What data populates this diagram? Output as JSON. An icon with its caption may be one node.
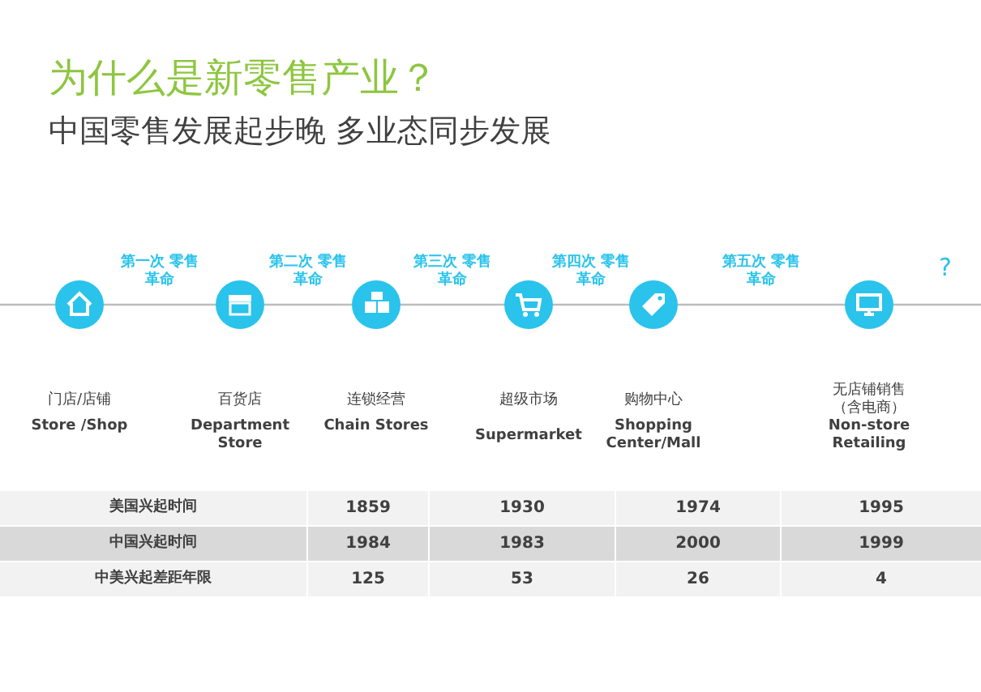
{
  "diagram": {
    "title": "为什么是新零售产业？",
    "nodes": [
      {
        "text": [],
        "shape": "circle",
        "beside": [
          "门店/店铺",
          "Store /Shop"
        ]
      },
      {
        "text": [],
        "shape": "circle",
        "beside": [
          "百货店",
          "Department Store"
        ]
      },
      {
        "text": [],
        "shape": "circle",
        "beside": [
          "连锁经营",
          "Chain Stores"
        ]
      },
      {
        "text": [],
        "shape": "circle",
        "beside": [
          "超级市场",
          "Supermarket"
        ]
      },
      {
        "text": [],
        "shape": "circle",
        "beside": [
          "购物中心",
          "Shopping Center/Mall"
        ]
      },
      {
        "text": [],
        "shape": "circle",
        "beside": [
          "无店铺销售（含电商）",
          "Non-store Retailing"
        ]
      }
    ],
    "edges": [
      {
        "from": null,
        "to": 0,
        "arrow": "none"
      },
      {
        "from": 0,
        "to": 1,
        "arrow": "none",
        "label": "第一次 零售革命"
      },
      {
        "from": 1,
        "to": 2,
        "arrow": "none",
        "label": "第二次 零售革命"
      },
      {
        "from": 2,
        "to": 3,
        "arrow": "none",
        "label": "第三次 零售革命"
      },
      {
        "from": 3,
        "to": 4,
        "arrow": "none",
        "label": "第四次 零售革命"
      },
      {
        "from": 4,
        "to": 5,
        "arrow": "none",
        "label": "第五次 零售革命"
      },
      {
        "from": 5,
        "to": null,
        "arrow": "none",
        "label": "?"
      }
    ],
    "labels": [
      "中国零售发展起步晚 多业态同步发展",
      "美国兴起时间",
      "1859",
      "1930",
      "1974",
      "1995",
      "中国兴起时间",
      "1984",
      "1983",
      "2000",
      "1999",
      "中美兴起差距年限",
      "125",
      "53",
      "26",
      "4"
    ]
  }
}
